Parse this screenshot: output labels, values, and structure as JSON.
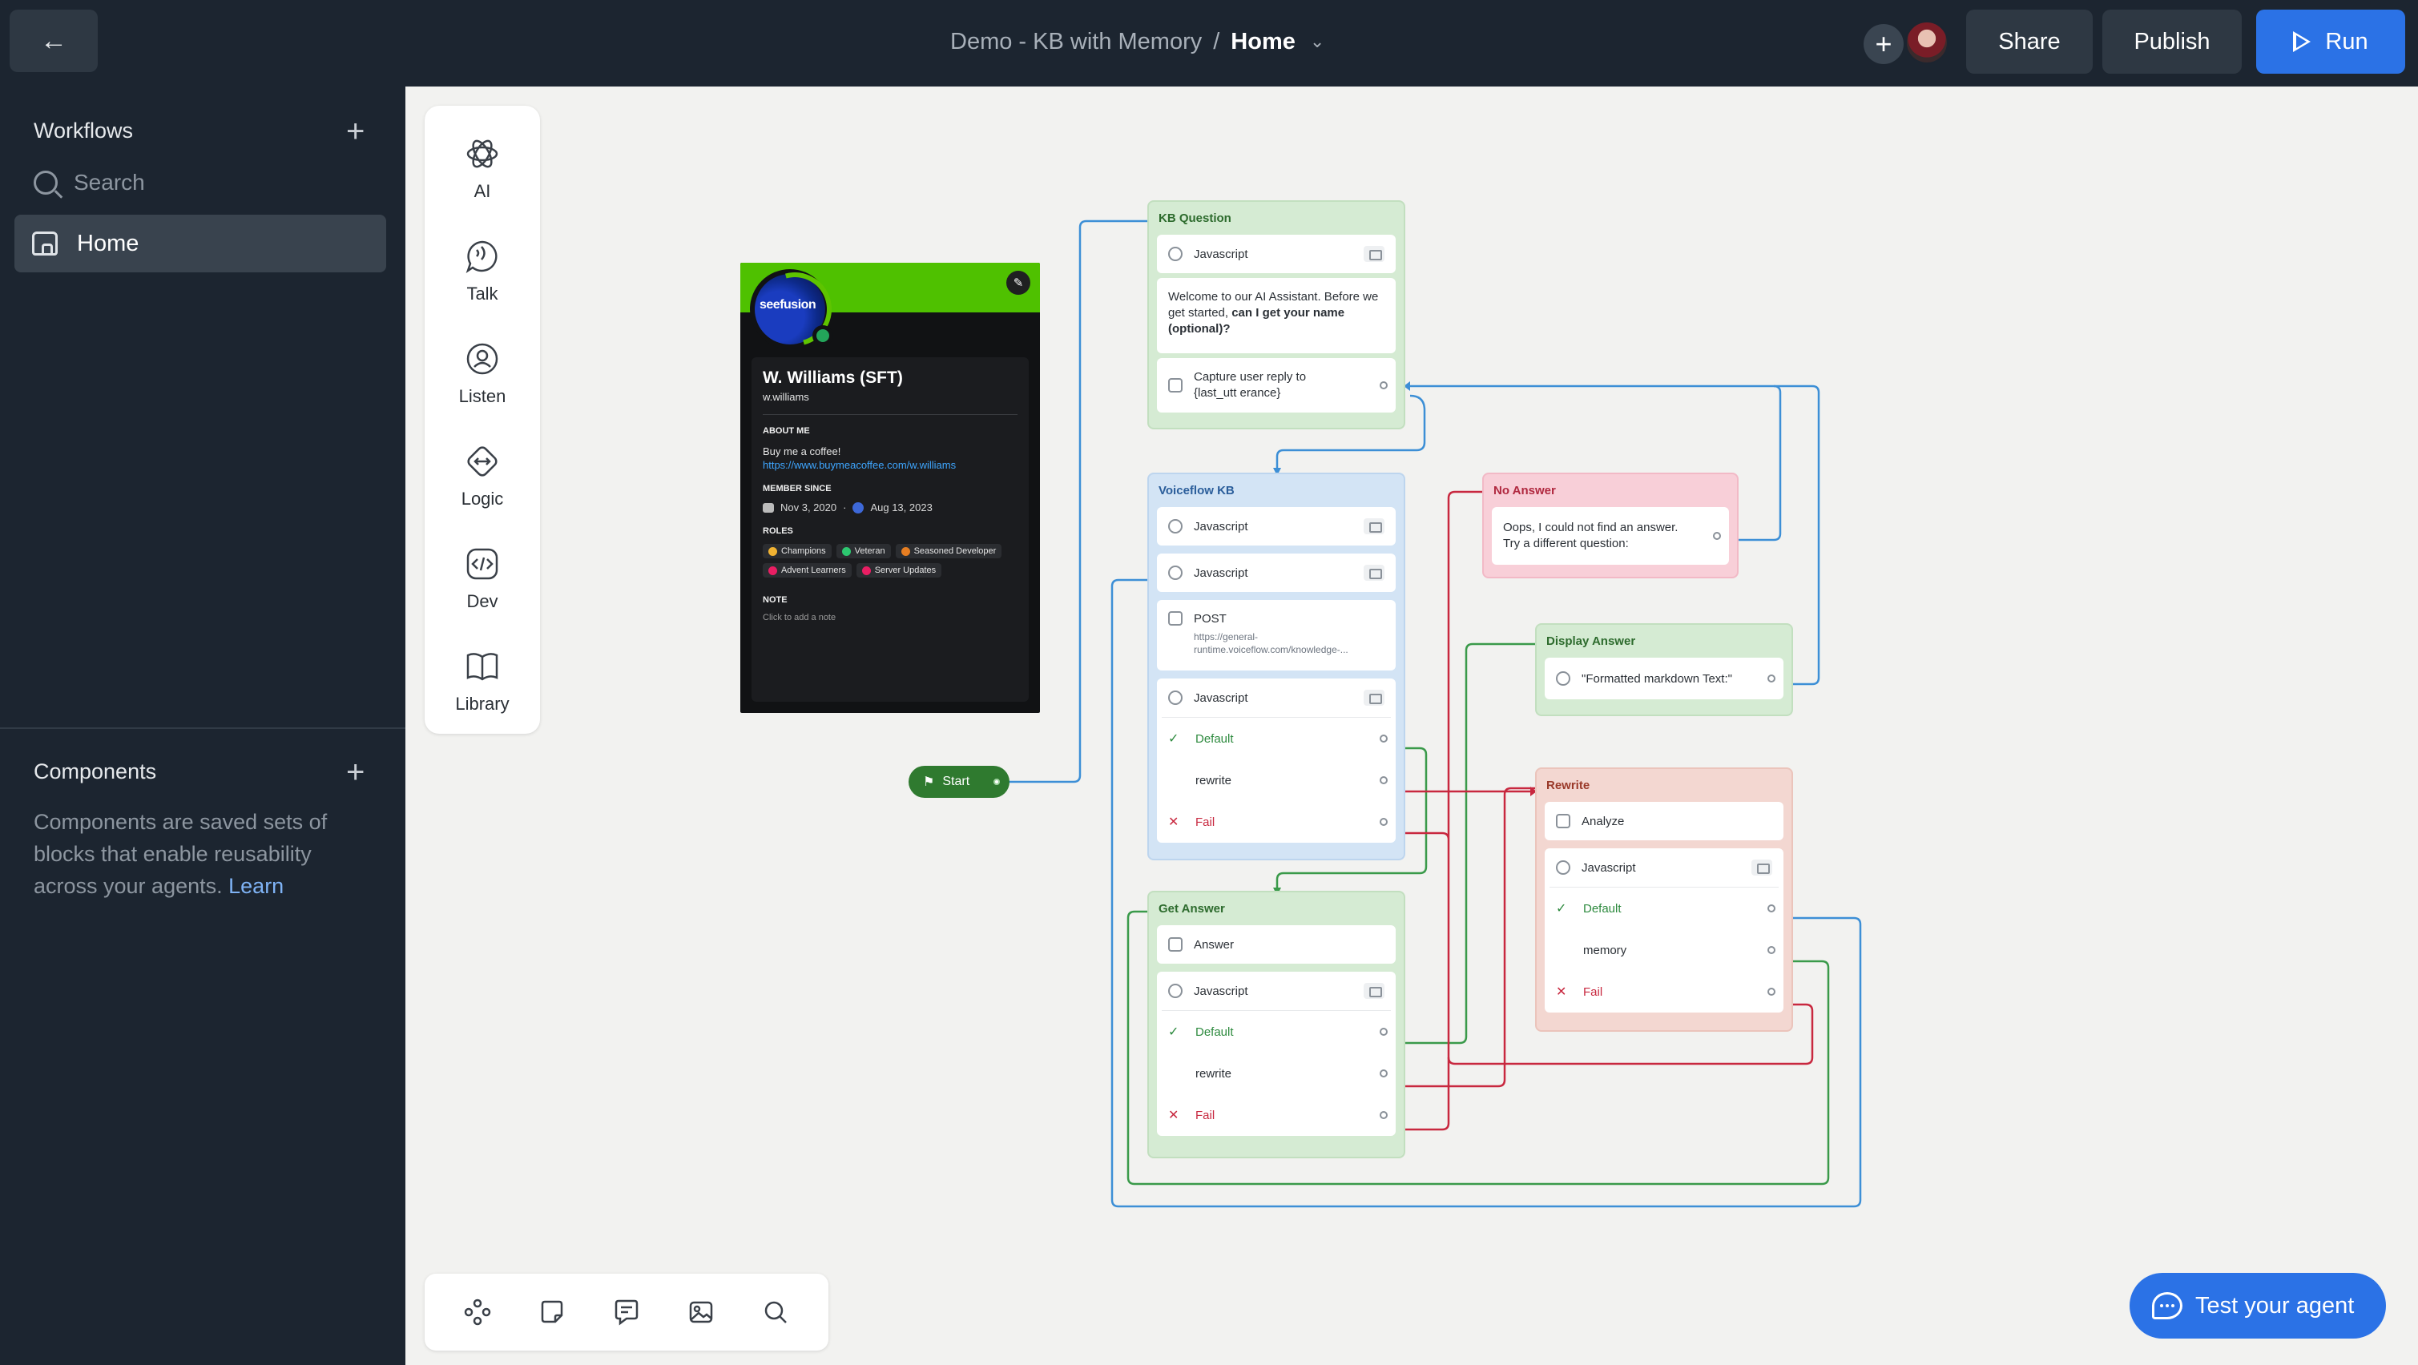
{
  "header": {
    "project": "Demo - KB with Memory",
    "separator": "/",
    "current": "Home",
    "share": "Share",
    "publish": "Publish",
    "run": "Run"
  },
  "sidebar": {
    "workflows_label": "Workflows",
    "search_placeholder": "Search",
    "home_label": "Home",
    "components_label": "Components",
    "components_desc": "Components are saved sets of blocks that enable reusability across your agents.",
    "learn": "Learn"
  },
  "palette": [
    "AI",
    "Talk",
    "Listen",
    "Logic",
    "Dev",
    "Library"
  ],
  "test_agent": "Test your agent",
  "profile": {
    "name": "W. Williams (SFT)",
    "username": "w.williams",
    "logo_text": "seefusion",
    "about_label": "ABOUT ME",
    "about_text": "Buy me a coffee!",
    "about_link": "https://www.buymeacoffee.com/w.williams",
    "member_label": "MEMBER SINCE",
    "date1": "Nov 3, 2020",
    "date2": "Aug 13, 2023",
    "roles_label": "ROLES",
    "roles": [
      {
        "label": "Champions",
        "color": "#f0b232"
      },
      {
        "label": "Veteran",
        "color": "#2dc770"
      },
      {
        "label": "Seasoned Developer",
        "color": "#e67e22"
      },
      {
        "label": "Advent Learners",
        "color": "#e91e63"
      },
      {
        "label": "Server Updates",
        "color": "#e91e63"
      }
    ],
    "note_label": "NOTE",
    "note_placeholder": "Click to add a note"
  },
  "start": "Start",
  "nodes": {
    "kb_question": {
      "title": "KB Question",
      "step1": "Javascript",
      "message": "Welcome to our AI Assistant.  Before we get started, ",
      "message_bold": "can I get your name (optional)?",
      "capture": "Capture user reply to {last_utt erance}"
    },
    "voiceflow_kb": {
      "title": "Voiceflow KB",
      "js1": "Javascript",
      "js2": "Javascript",
      "post": "POST",
      "post_url": "https://general-runtime.voiceflow.com/knowledge-...",
      "js3": "Javascript",
      "default": "Default",
      "rewrite": "rewrite",
      "fail": "Fail"
    },
    "no_answer": {
      "title": "No Answer",
      "text": "Oops, I could not find an answer. Try a different question:"
    },
    "display_answer": {
      "title": "Display Answer",
      "text": "\"Formatted markdown Text:\""
    },
    "rewrite": {
      "title": "Rewrite",
      "analyze": "Analyze",
      "js": "Javascript",
      "default": "Default",
      "memory": "memory",
      "fail": "Fail"
    },
    "get_answer": {
      "title": "Get Answer",
      "answer": "Answer",
      "js": "Javascript",
      "default": "Default",
      "rewrite": "rewrite",
      "fail": "Fail"
    }
  },
  "colors": {
    "accent": "#2b72e6",
    "sidebar": "#1c2530",
    "wire_blue": "#3d8fd6",
    "wire_green": "#3a9a4a",
    "wire_red": "#c8283f"
  }
}
